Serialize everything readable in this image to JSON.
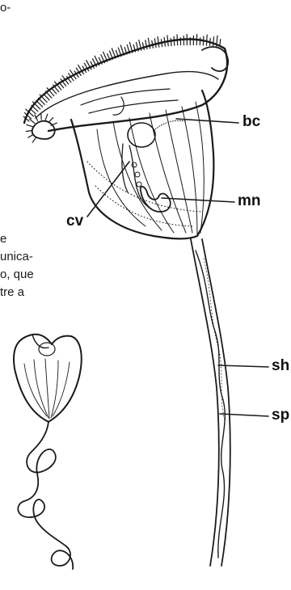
{
  "labels": {
    "bc": "bc",
    "mn": "mn",
    "cv": "cv",
    "sh": "sh",
    "sp": "sp"
  },
  "cropped_text": {
    "line_top": "o-",
    "line_1": "e",
    "line_2": "unica-",
    "line_3": "o, que",
    "line_4": "tre a"
  },
  "colors": {
    "ink": "#1a1a1a",
    "paper": "#ffffff"
  }
}
